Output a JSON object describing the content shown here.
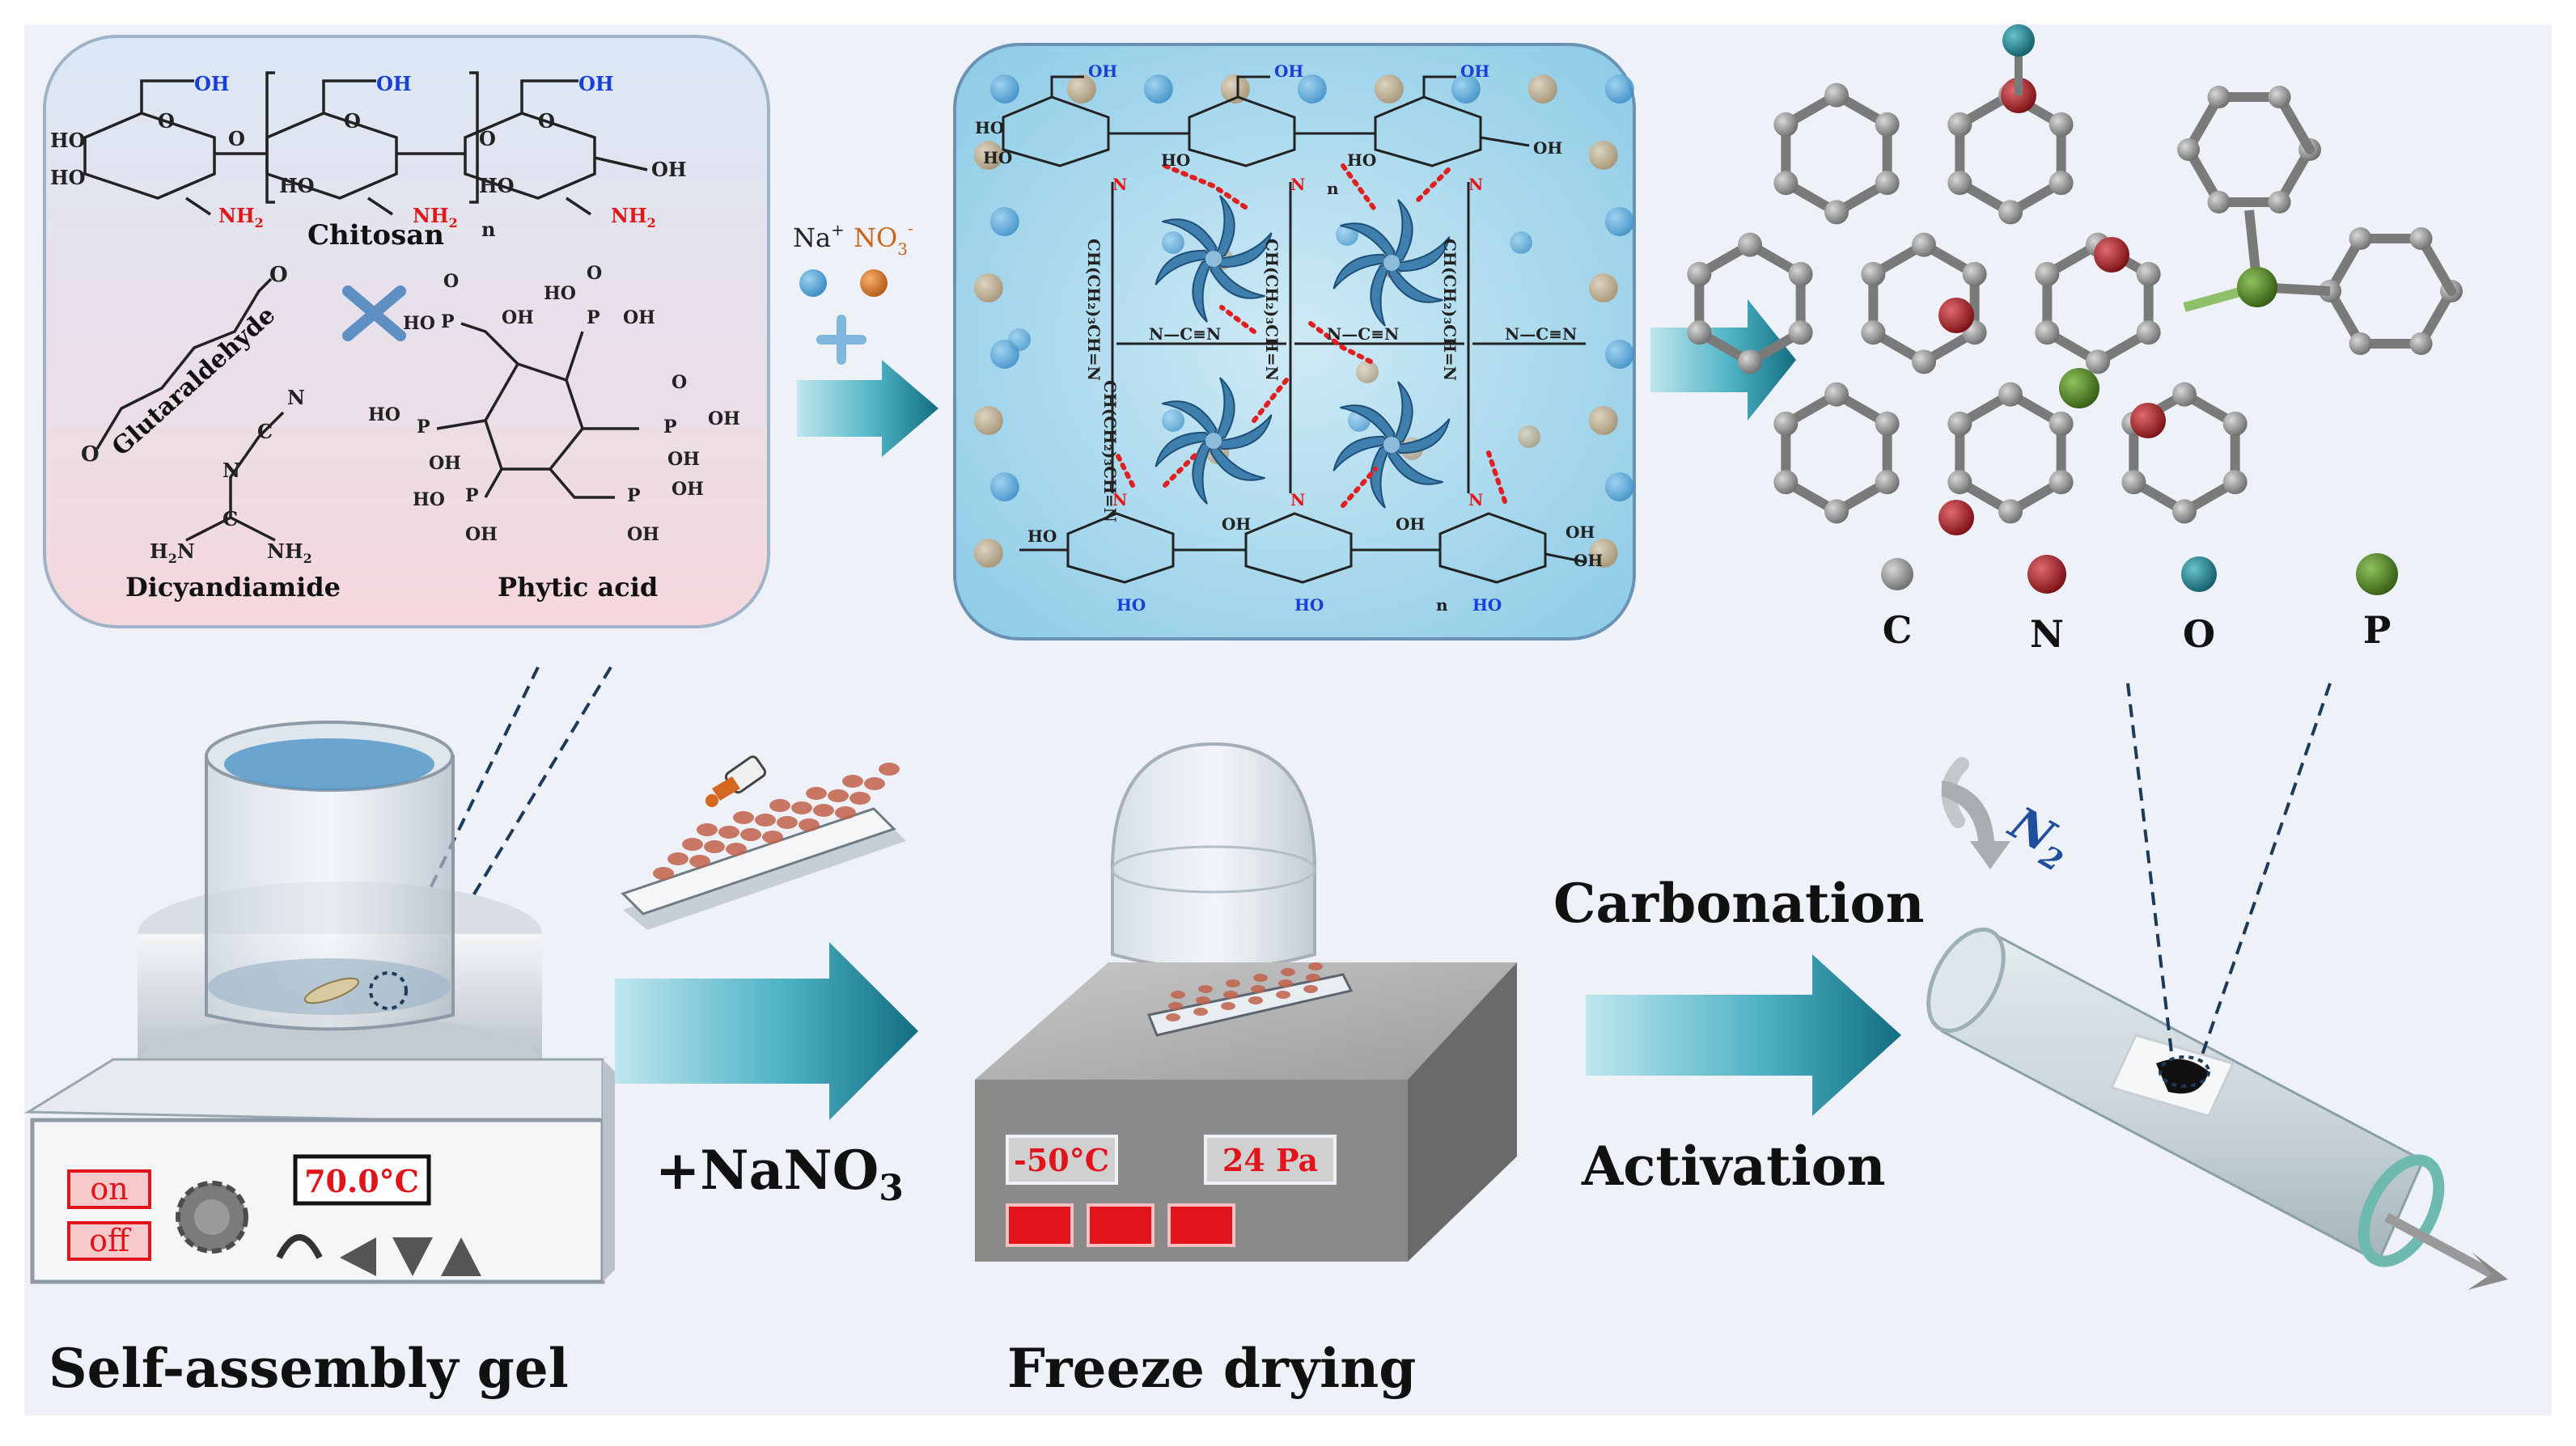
{
  "colors": {
    "background": "#eef2f8",
    "arrow_teal": "#2e8da0",
    "carbon": "#8a8a8a",
    "nitrogen": "#9c1e22",
    "oxygen": "#1f7f8f",
    "phosphorus": "#4f7f23",
    "display_red": "#e0141a",
    "bond_red": "#e02020"
  },
  "precursors": {
    "chitosan_label": "Chitosan",
    "glutaraldehyde_label": "Glutaraldehyde",
    "dicyandiamide_label": "Dicyandiamide",
    "phytic_acid_label": "Phytic acid",
    "oh": "OH",
    "ho": "HO",
    "nh2": "NH",
    "nh2_sub": "2",
    "o": "O",
    "p": "P",
    "c": "C",
    "n": "N",
    "h2n": "H",
    "repeat_n": "n"
  },
  "ions": {
    "na": "Na",
    "na_charge": "+",
    "no3": "NO",
    "no3_sub": "3",
    "no3_charge": "-"
  },
  "network": {
    "chain_labels": [
      "CH(CH₂)₃CH=N",
      "CH(CH₂)₃CH=N",
      "CH(CH₂)₃CH=N",
      "CH(CH₂)₃CH=N"
    ],
    "cyano_links": [
      "N—C≡N",
      "N—C≡N",
      "N—C≡N"
    ],
    "oh": "OH",
    "ho": "HO",
    "n": "N",
    "repeat_n": "n"
  },
  "legend": {
    "items": [
      {
        "label": "C",
        "color": "#8a8a8a"
      },
      {
        "label": "N",
        "color": "#9c1e22"
      },
      {
        "label": "O",
        "color": "#1f7f8f"
      },
      {
        "label": "P",
        "color": "#4f7f23"
      }
    ]
  },
  "process": {
    "step1_label": "Self-assembly gel",
    "hotplate_temp": "70.0°C",
    "button_on": "on",
    "button_off": "off",
    "add_salt_label": "+NaNO",
    "add_salt_sub": "3",
    "step2_label": "Freeze drying",
    "freeze_temp": "-50°C",
    "freeze_pressure": "24 Pa",
    "carbonation_label": "Carbonation",
    "activation_label": "Activation",
    "gas": "N",
    "gas_sub": "2"
  }
}
